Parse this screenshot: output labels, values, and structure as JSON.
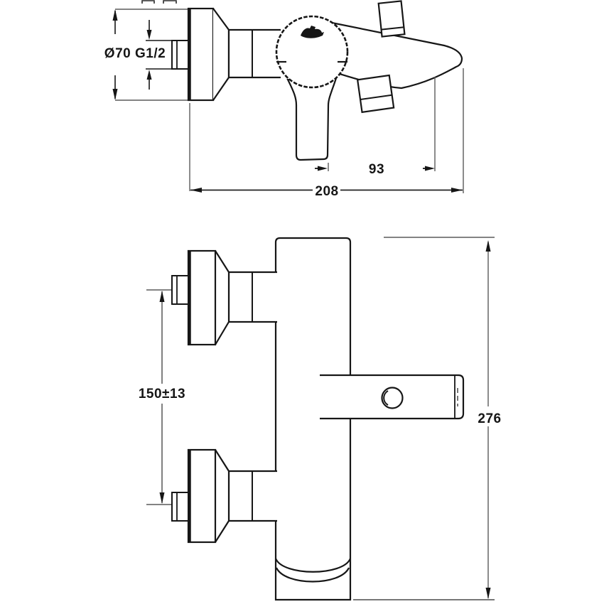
{
  "figure": {
    "type": "technical-dimensional-drawing",
    "subject": "wall-mounted bath shower mixer tap, two orthographic views",
    "background_color": "#ffffff",
    "outline_color": "#161616",
    "dim_line_color": "#5a5a5a"
  },
  "labels": {
    "flange_thread": "Ø70 G1/2",
    "spout_depth": "93",
    "projection": "208",
    "inlet_distance": "150±13",
    "overall_height": "276"
  }
}
